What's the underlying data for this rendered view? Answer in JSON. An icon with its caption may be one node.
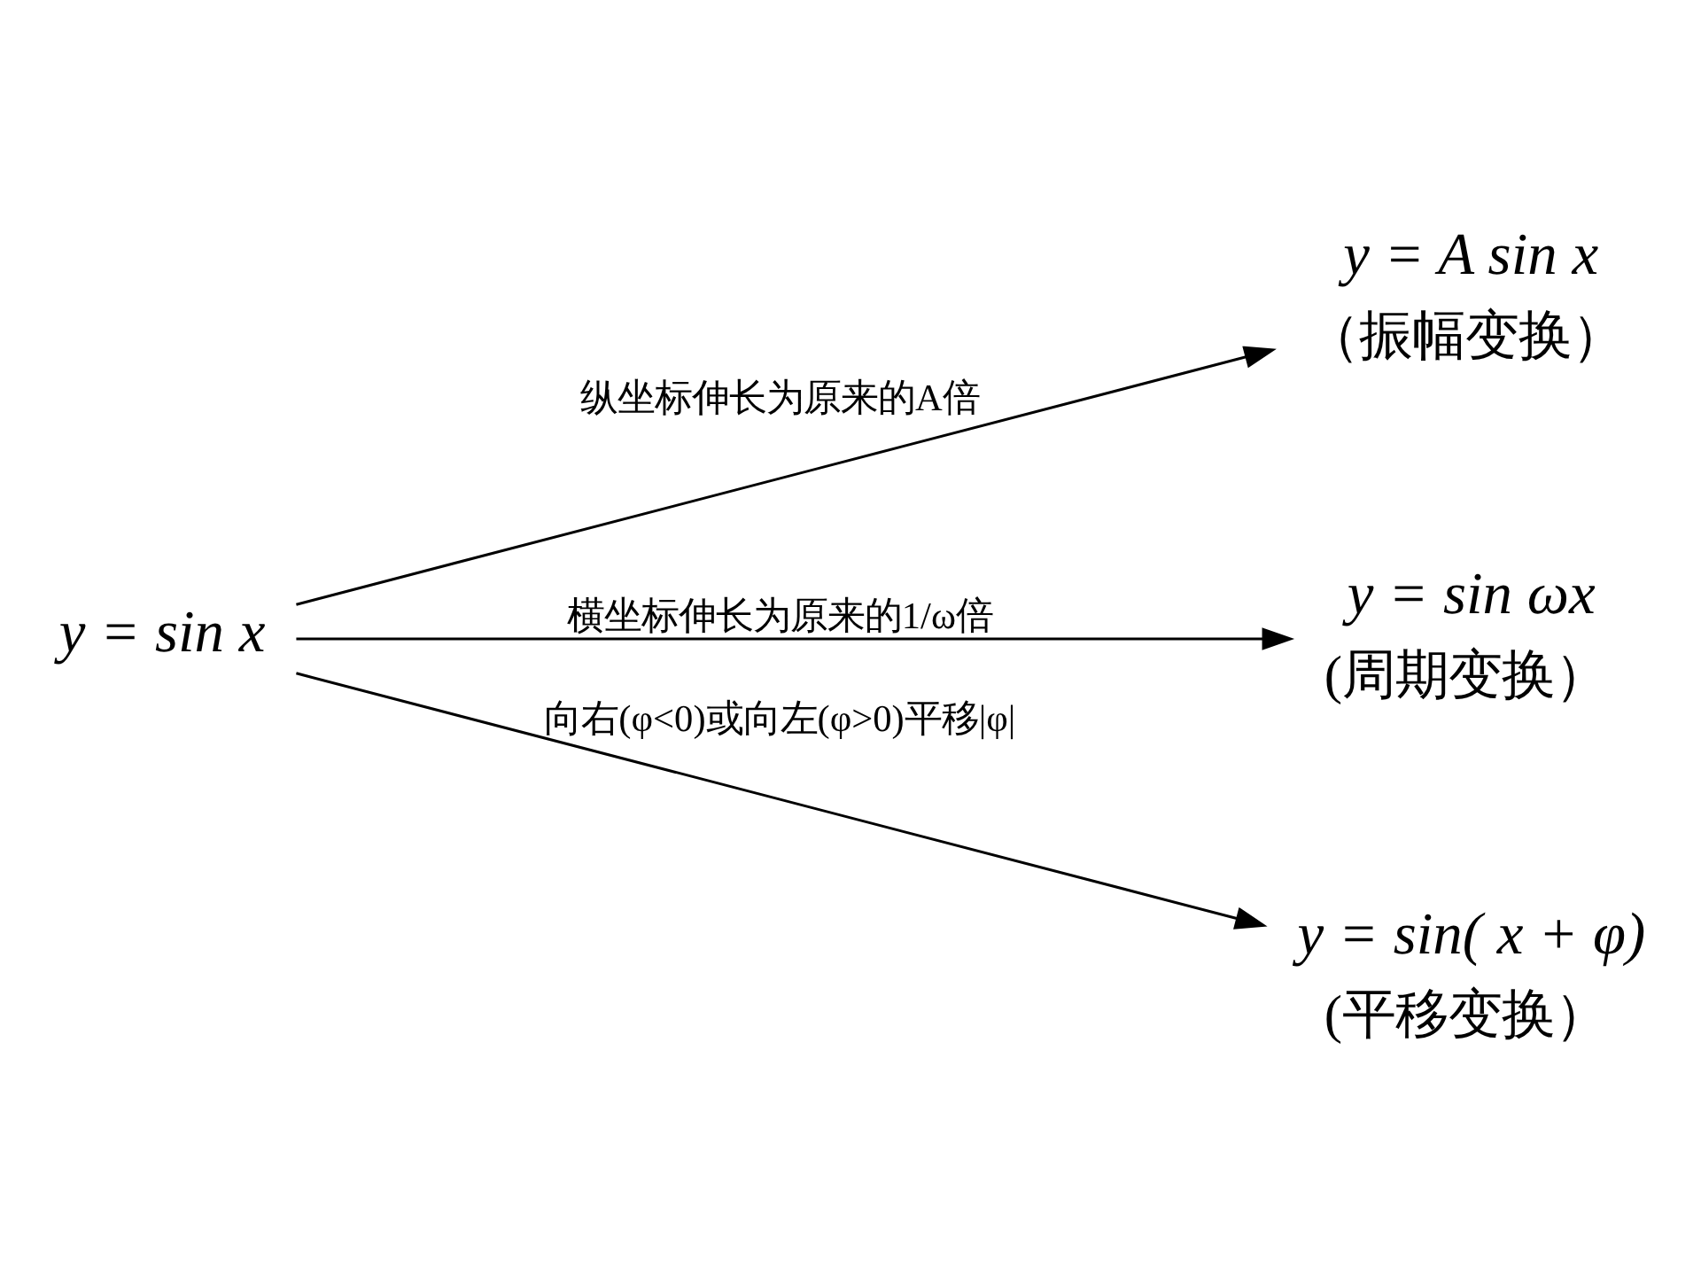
{
  "diagram": {
    "nodes": [
      {
        "text": [
          "y = sin x"
        ]
      },
      {
        "text": [
          "y = A sin x"
        ],
        "beside": [
          "（振幅变换）"
        ]
      },
      {
        "text": [
          "y = sin ωx"
        ],
        "beside": [
          "(周期变换）"
        ]
      },
      {
        "text": [
          "y = sin( x + φ)"
        ],
        "beside": [
          "(平移变换）"
        ]
      }
    ],
    "edges": [
      {
        "from": 0,
        "to": 1,
        "arrow": "to",
        "label": "纵坐标伸长为原来的A倍"
      },
      {
        "from": 0,
        "to": 2,
        "arrow": "to",
        "label": "横坐标伸长为原来的1/ω倍"
      },
      {
        "from": 0,
        "to": 3,
        "arrow": "to",
        "label": "向右(φ<0)或向左(φ>0)平移|φ|"
      }
    ]
  }
}
